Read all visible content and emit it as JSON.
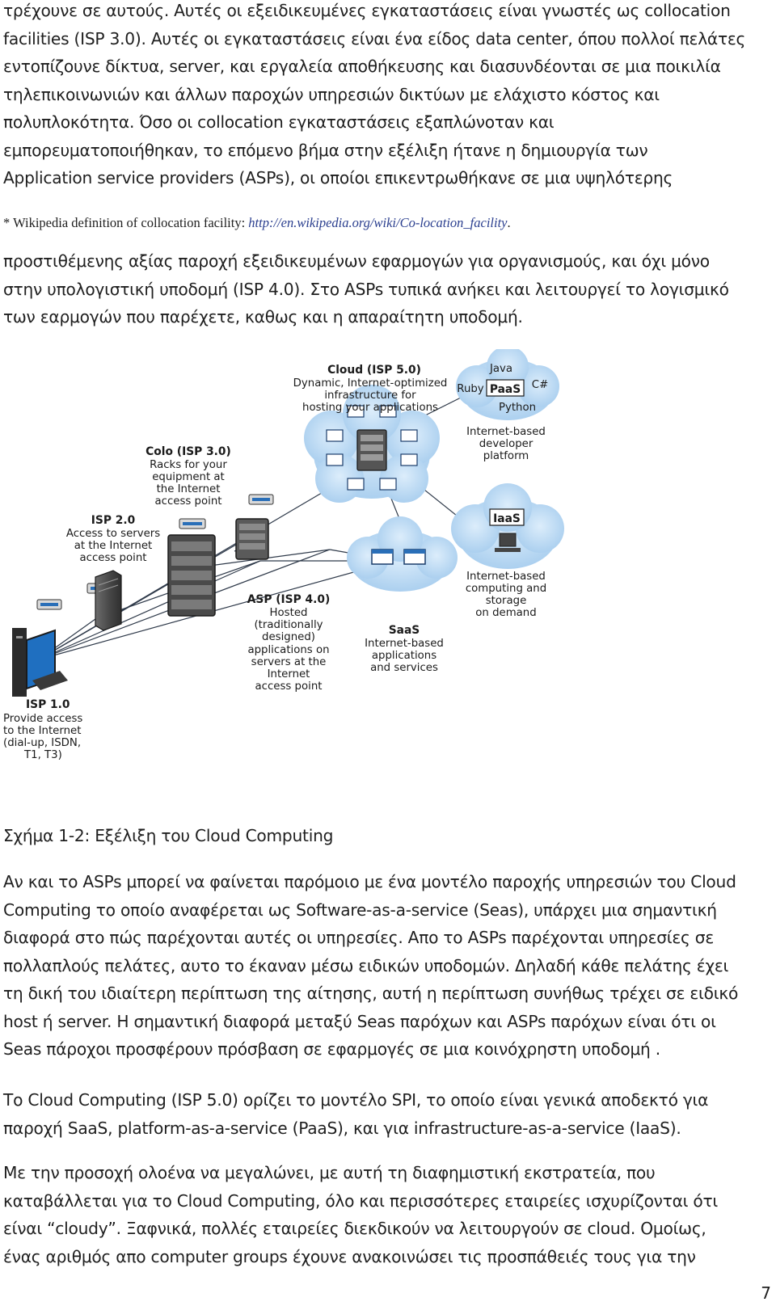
{
  "paragraph_top": [
    "τρέχουνε σε αυτούς. Αυτές οι εξειδικευμένες εγκαταστάσεις είναι γνωστές ως collocation",
    "facilities (ISP 3.0). Αυτές οι εγκαταστάσεις είναι ένα είδος data center, όπου πολλοί πελάτες",
    "εντοπίζουνε δίκτυα, server, και εργαλεία αποθήκευσης και διασυνδέονται σε μια ποικιλία",
    "τηλεπικοινωνιών και άλλων παροχών υπηρεσιών δικτύων με ελάχιστο κόστος και",
    "πολυπλοκότητα. Όσο οι collocation εγκαταστάσεις εξαπλώνοταν και",
    "εμπορευματοποιήθηκαν, το επόμενο βήμα στην εξέλιξη ήτανε η δημιουργία των",
    "Application service providers (ASPs), οι οποίοι επικεντρωθήκανε σε μια υψηλότερης"
  ],
  "footnote": {
    "prefix": "* Wikipedia definition of collocation facility: ",
    "url": "http://en.wikipedia.org/wiki/Co-location_facility",
    "suffix": "."
  },
  "paragraph_2": [
    "προστιθέμενης αξίας παροχή εξειδικευμένων εφαρμογών για οργανισμούς, και όχι μόνο",
    "στην υπολογιστική υποδομή (ISP 4.0).  Στο ASPs τυπικά ανήκει και λειτουργεί το λογισμικό",
    "των εαρμογών που παρέχετε, καθως και η απαραίτητη υποδομή."
  ],
  "diagram": {
    "isp1": {
      "title": "ISP 1.0",
      "lines": [
        "Provide access",
        "to the Internet",
        "(dial-up, ISDN,",
        "T1, T3)"
      ]
    },
    "isp2": {
      "title": "ISP 2.0",
      "lines": [
        "Access to servers",
        "at the Internet",
        "access point"
      ]
    },
    "colo": {
      "title": "Colo (ISP 3.0)",
      "lines": [
        "Racks for your",
        "equipment at",
        "the Internet",
        "access point"
      ]
    },
    "asp": {
      "title": "ASP (ISP 4.0)",
      "lines": [
        "Hosted",
        "(traditionally",
        "designed)",
        "applications on",
        "servers at the",
        "Internet",
        "access point"
      ]
    },
    "cloud": {
      "title": "Cloud (ISP 5.0)",
      "lines": [
        "Dynamic, Internet-optimized",
        "infrastructure for",
        "hosting your applications"
      ]
    },
    "paas": {
      "title": "PaaS",
      "langs": [
        "Java",
        "Ruby",
        "C#",
        "Python"
      ],
      "lines": [
        "Internet-based",
        "developer",
        "platform"
      ]
    },
    "iaas": {
      "title": "IaaS",
      "lines": [
        "Internet-based",
        "computing and",
        "storage",
        "on demand"
      ]
    },
    "saas": {
      "title": "SaaS",
      "lines": [
        "Internet-based",
        "applications",
        "and services"
      ]
    }
  },
  "caption": "Σχήμα 1-2: Εξέλιξη του Cloud Computing",
  "paragraph_3": [
    "Αν και το ASPs μπορεί να φαίνεται παρόμοιο με ένα μοντέλο παροχής υπηρεσιών του Cloud",
    "Computing  το οποίο αναφέρεται ως Software-as-a-service (Seas), υπάρχει μια σημαντική",
    "διαφορά στο πώς παρέχονται αυτές οι υπηρεσίες. Απο το ASPs παρέχονται υπηρεσίες σε",
    "πολλαπλούς πελάτες, αυτο το έκαναν μέσω ειδικών υποδομών. Δηλαδή κάθε πελάτης έχει",
    "τη δική του ιδιαίτερη περίπτωση της αίτησης, αυτή η περίπτωση συνήθως  τρέχει σε ειδικό",
    "host ή server. Η σημαντική διαφορά μεταξύ Seas παρόχων και ASPs παρόχων είναι ότι οι",
    "Seas πάροχοι προσφέρουν πρόσβαση σε εφαρμογές  σε μια κοινόχρηστη υποδομή ."
  ],
  "paragraph_4": [
    "Το Cloud Computing (ISP 5.0) ορίζει το μοντέλο SPI, το οποίο είναι γενικά αποδεκτό για",
    "παροχή SaaS, platform-as-a-service (PaaS), και για infrastructure-as-a-service (IaaS)."
  ],
  "paragraph_5": [
    "Με την προσοχή ολοένα να μεγαλώνει,  με αυτή τη διαφημιστική εκστρατεία, που",
    "καταβάλλεται για το Cloud Computing, όλο και περισσότερες εταιρείες ισχυρίζονται ότι",
    "είναι “cloudy”. Ξαφνικά, πολλές εταιρείες διεκδικούν να λειτουργούν σε cloud. Ομοίως,",
    "ένας αριθμός απο computer groups έχουνε ανακοινώσει τις προσπάθειές τους για την"
  ],
  "page_number": "7"
}
